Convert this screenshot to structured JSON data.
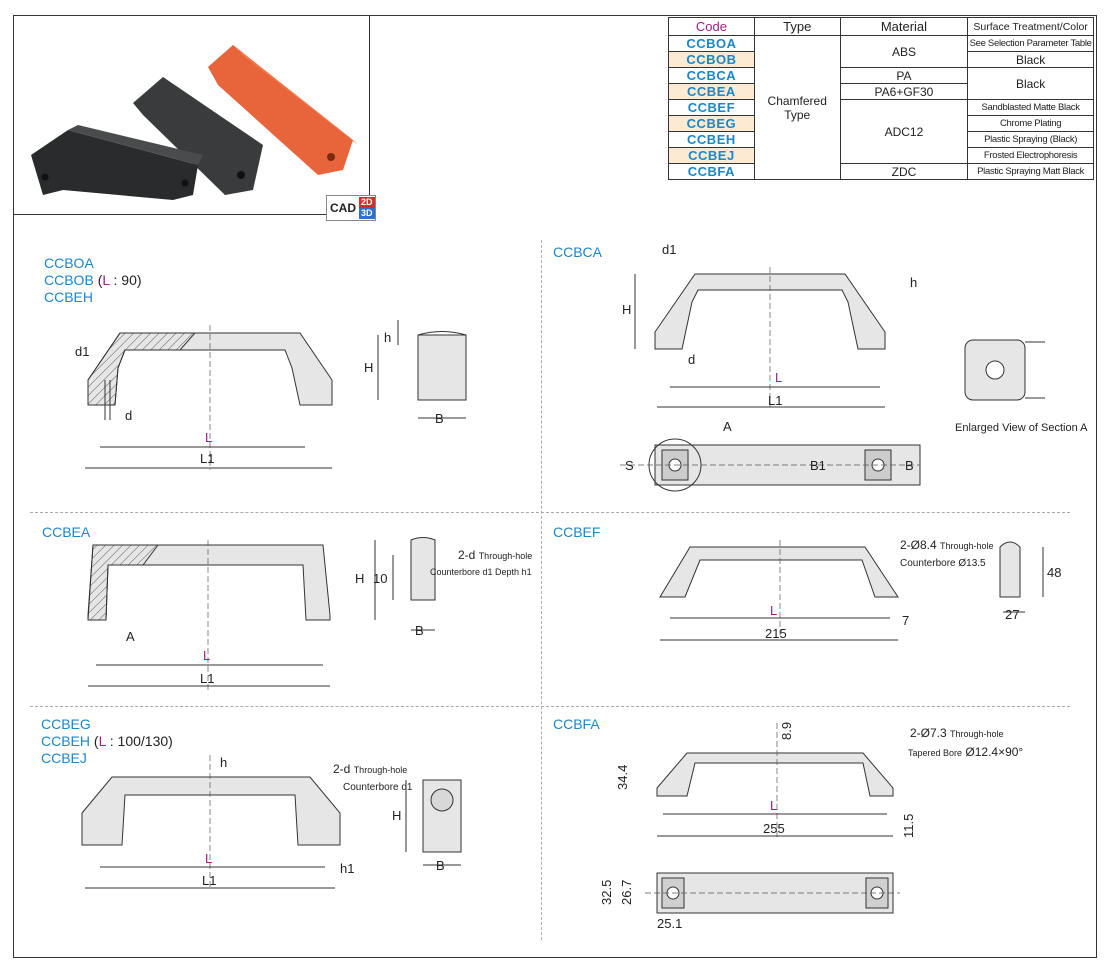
{
  "cad_badge": {
    "label": "CAD",
    "d2": "2D",
    "d3": "3D"
  },
  "table": {
    "headers": {
      "code": "Code",
      "type": "Type",
      "material": "Material",
      "surface": "Surface Treatment/Color"
    },
    "codes": [
      "CCBOA",
      "CCBOB",
      "CCBCA",
      "CCBEA",
      "CCBEF",
      "CCBEG",
      "CCBEH",
      "CCBEJ",
      "CCBFA"
    ],
    "type": "Chamfered Type",
    "materials": {
      "abs": "ABS",
      "pa": "PA",
      "pagf": "PA6+GF30",
      "adc": "ADC12",
      "zdc": "ZDC"
    },
    "surfaces": {
      "oa": "See Selection Parameter Table",
      "ob": "Black",
      "pa": "Black",
      "ef": "Sandblasted Matte Black",
      "eg": "Chrome Plating",
      "eh": "Plastic Spraying (Black)",
      "ej": "Frosted Electrophoresis",
      "fa": "Plastic Spraying Matt Black"
    }
  },
  "sections": {
    "s1": {
      "codes": [
        "CCBOA",
        "CCBOB",
        "CCBEH"
      ],
      "note_pre": "(",
      "note_L": "L",
      "note_post": ": 90)"
    },
    "s2": {
      "code": "CCBCA",
      "caption": "Enlarged View of Section A",
      "label_a": "A"
    },
    "s3": {
      "code": "CCBEA",
      "hole_main": "2-d",
      "hole_small": "Through-hole",
      "hole_line2": "Counterbore d1 Depth h1",
      "dim10": "10",
      "label_a": "A"
    },
    "s4": {
      "code": "CCBEF",
      "hole_main": "2-Ø8.4",
      "hole_small": "Through-hole",
      "hole_line2": "Counterbore Ø13.5",
      "dim215": "215",
      "dim48": "48",
      "dim27": "27",
      "dim7": "7"
    },
    "s5": {
      "codes": [
        "CCBEG",
        "CCBEH",
        "CCBEJ"
      ],
      "note_pre": "(",
      "note_L": "L",
      "note_post": ": 100/130)",
      "hole_main": "2-d",
      "hole_small": "Through-hole",
      "hole_line2": "Counterbore d1"
    },
    "s6": {
      "code": "CCBFA",
      "hole_main": "2-Ø7.3",
      "hole_small": "Through-hole",
      "hole_line2a": "Tapered Bore",
      "hole_line2b": "Ø12.4×90°",
      "dim255": "255",
      "dim344": "34.4",
      "dim89": "8.9",
      "dim115": "11.5",
      "dim325": "32.5",
      "dim267": "26.7",
      "dim251": "25.1"
    }
  },
  "dims": {
    "L": "L",
    "L1": "L1",
    "H": "H",
    "h": "h",
    "B": "B",
    "B1": "B1",
    "S": "S",
    "d": "d",
    "d1": "d1",
    "h1": "h1"
  }
}
